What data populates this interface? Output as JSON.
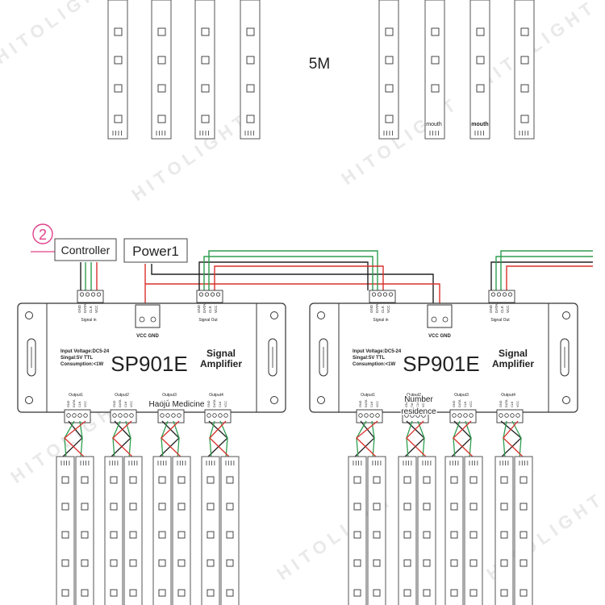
{
  "watermark": "HITOLIGHT",
  "top": {
    "length_label": "5M",
    "strip_labels": [
      "mouth",
      "mouth"
    ]
  },
  "marker": "2",
  "controller_label": "Controller",
  "power_label": "Power1",
  "units": [
    {
      "model": "SP901E",
      "title_line1": "Signal",
      "title_line2": "Amplifier",
      "spec_voltage": "Input Voltage:DC5-24",
      "spec_signal": "Singal:5V TTL",
      "spec_consumption": "Consumption:<1W",
      "signal_in": "Signal in",
      "signal_out": "Signal Out",
      "power_terminal": "VCC GND",
      "outputs": [
        "Output1",
        "Output2",
        "Output3",
        "Output4"
      ],
      "overlay": "Haoju Medicine"
    },
    {
      "model": "SP901E",
      "title_line1": "Signal",
      "title_line2": "Amplifier",
      "spec_voltage": "Input Voltage:DC5-24",
      "spec_signal": "Singal:5V TTL",
      "spec_consumption": "Consumption:<1W",
      "signal_in": "Signal in",
      "signal_out": "Signal Out",
      "power_terminal": "VCC GND",
      "outputs": [
        "Output1",
        "Output2",
        "Output3",
        "Output4"
      ],
      "overlay_line1": "Number",
      "overlay_line2": "residence"
    }
  ],
  "pin_labels": [
    "GND",
    "DATA",
    "CLK",
    "VCC"
  ],
  "colors": {
    "wire_green": "#2e9e4f",
    "wire_red": "#d8312c",
    "wire_black": "#222222",
    "marker": "#e0418a",
    "strip_outline": "#555555"
  }
}
